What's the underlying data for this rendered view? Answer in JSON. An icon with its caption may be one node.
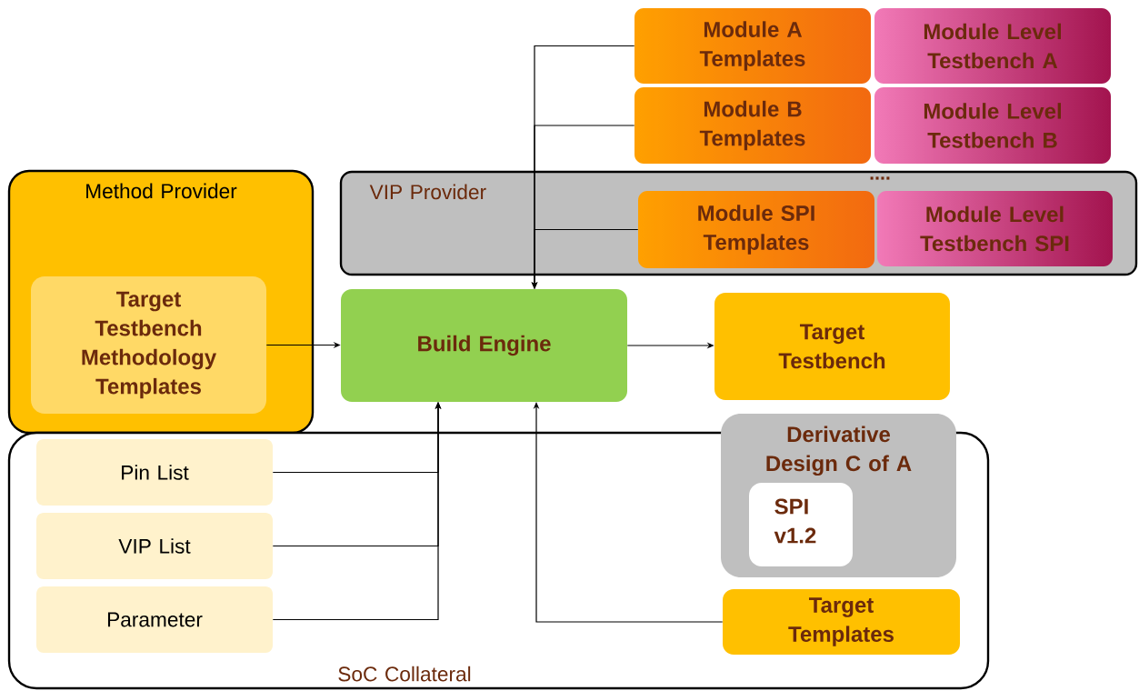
{
  "diagram": {
    "nodes": [
      {
        "text": [
          "Method Provider"
        ]
      },
      {
        "text": [
          "Target Testbench Methodology Templates"
        ],
        "in": 0
      },
      {
        "text": [
          "VIP Provider"
        ]
      },
      {
        "text": [
          "Module A Templates"
        ]
      },
      {
        "text": [
          "Module Level Testbench A"
        ]
      },
      {
        "text": [
          "Module B Templates"
        ]
      },
      {
        "text": [
          "Module Level Testbench B"
        ]
      },
      {
        "text": [
          "Module SPI Templates"
        ],
        "in": 2
      },
      {
        "text": [
          "Module Level Testbench SPI"
        ],
        "in": 2
      },
      {
        "text": [
          "Build Engine"
        ]
      },
      {
        "text": [
          "Target Testbench"
        ]
      },
      {
        "text": [
          "SoC Collateral"
        ]
      },
      {
        "text": [
          "Pin List"
        ],
        "in": 11
      },
      {
        "text": [
          "VIP List"
        ],
        "in": 11
      },
      {
        "text": [
          "Parameter"
        ],
        "in": 11
      },
      {
        "text": [
          "Derivative Design C of A"
        ]
      },
      {
        "text": [
          "SPI v1.2"
        ],
        "in": 15
      },
      {
        "text": [
          "Target Templates"
        ],
        "in": 11
      }
    ],
    "edges": [
      {
        "from": 3,
        "to": 9,
        "arrow": "to"
      },
      {
        "from": 5,
        "to": 9,
        "arrow": "to"
      },
      {
        "from": 7,
        "to": 9,
        "arrow": "to"
      },
      {
        "from": 1,
        "to": 9,
        "arrow": "to"
      },
      {
        "from": 9,
        "to": 10,
        "arrow": "to"
      },
      {
        "from": 12,
        "to": 9,
        "arrow": "to"
      },
      {
        "from": 13,
        "to": 9,
        "arrow": "to"
      },
      {
        "from": 14,
        "to": 9,
        "arrow": "to"
      },
      {
        "from": 17,
        "to": 9,
        "arrow": "to"
      }
    ],
    "labels": [
      "...."
    ]
  }
}
